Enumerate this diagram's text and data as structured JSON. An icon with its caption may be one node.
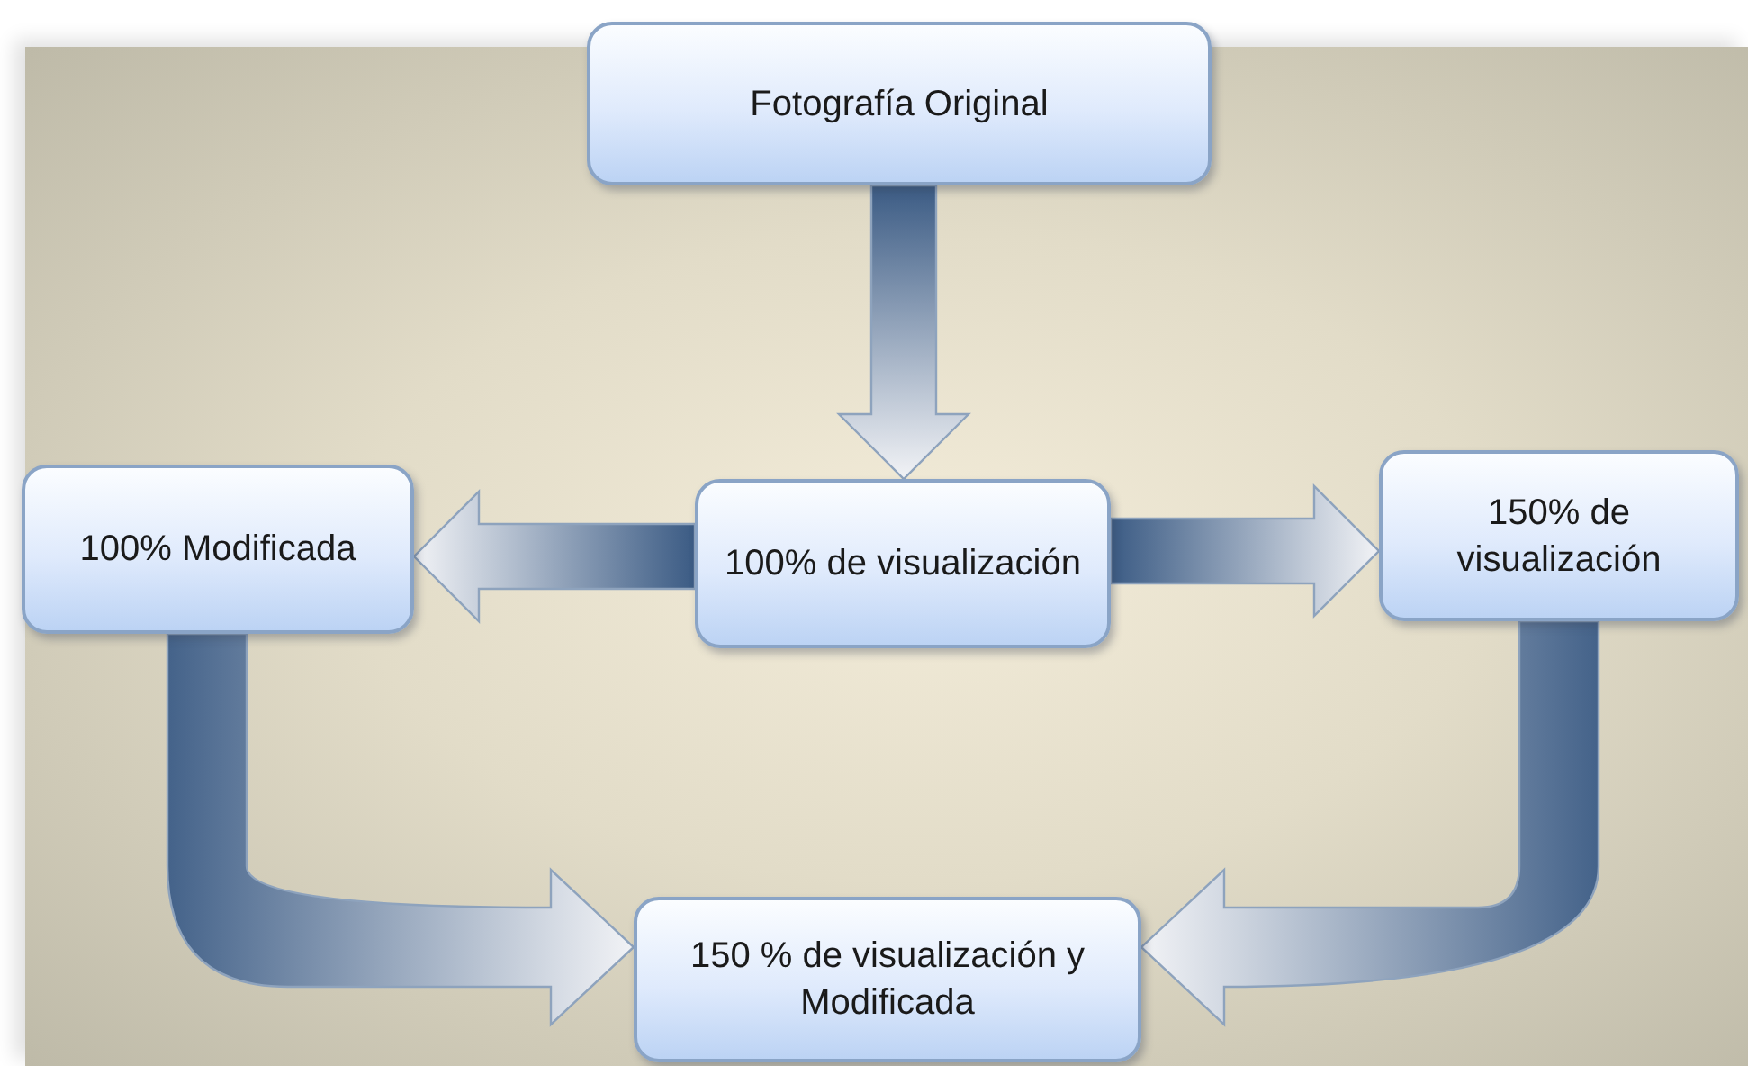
{
  "diagram": {
    "nodes": [
      {
        "text": [
          "Fotografía Original"
        ]
      },
      {
        "text": [
          "100% Modificada"
        ]
      },
      {
        "text": [
          "100% de visualización"
        ]
      },
      {
        "text": [
          "150% de visualización"
        ]
      },
      {
        "text": [
          "150 % de visualización y Modificada"
        ]
      }
    ],
    "edges": [
      {
        "from": 0,
        "to": 2,
        "arrow": "to"
      },
      {
        "from": 2,
        "to": 1,
        "arrow": "to"
      },
      {
        "from": 2,
        "to": 3,
        "arrow": "to"
      },
      {
        "from": 1,
        "to": 4,
        "arrow": "to"
      },
      {
        "from": 3,
        "to": 4,
        "arrow": "to"
      }
    ]
  }
}
